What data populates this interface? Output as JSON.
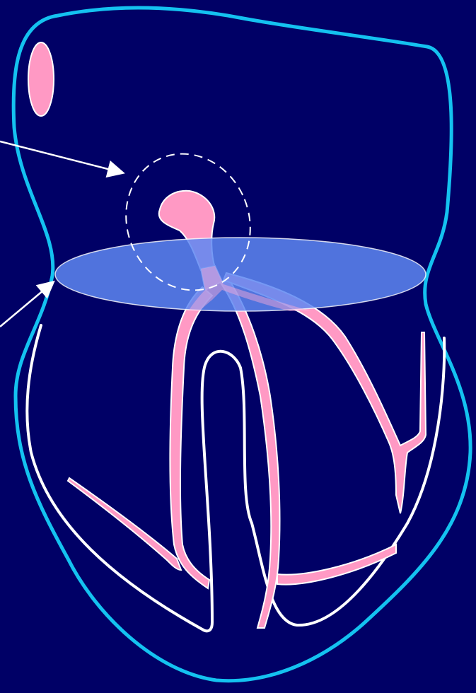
{
  "diagram": {
    "colors": {
      "background": "#000066",
      "body_outline": "#14c2f0",
      "organ_pink": "#ff99c4",
      "organ_outline": "#ffffff",
      "inner_outline": "#ffffff",
      "transverse_plane": "#5e87f2",
      "dashed_region": "#ffffff",
      "arrow": "#ffffff"
    },
    "elements": [
      "body-outline",
      "inner-cavity-outline",
      "transverse-plane",
      "dashed-region",
      "pink-structure",
      "upper-left-oval",
      "upper-pointer-arrow",
      "lower-pointer-arrow"
    ]
  }
}
